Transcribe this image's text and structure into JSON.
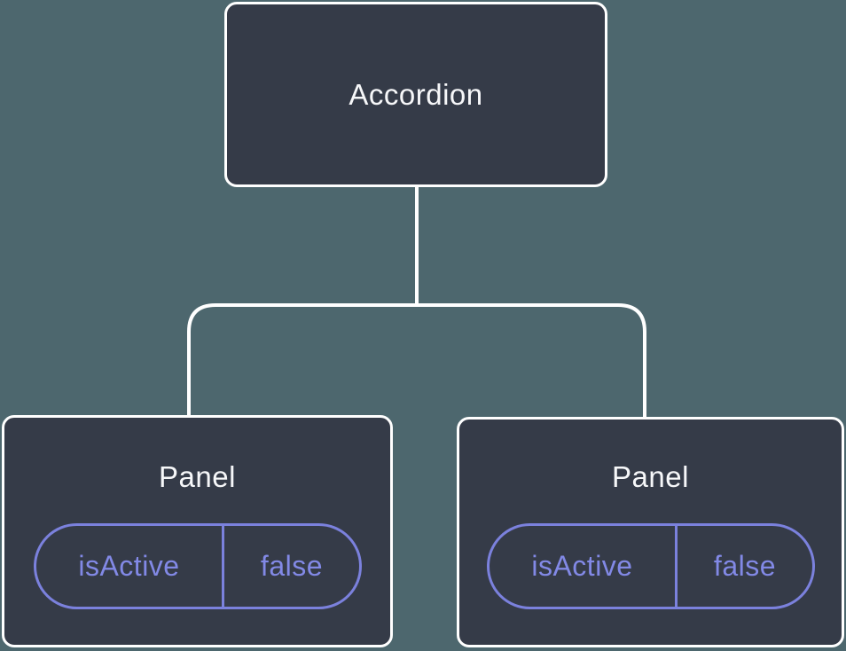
{
  "diagram": {
    "description": "Component tree diagram: an Accordion parent node connected to two Panel child nodes, each holding a state pill",
    "root": {
      "label": "Accordion"
    },
    "children": [
      {
        "label": "Panel",
        "state": {
          "key": "isActive",
          "value": "false"
        }
      },
      {
        "label": "Panel",
        "state": {
          "key": "isActive",
          "value": "false"
        }
      }
    ]
  },
  "colors": {
    "background": "#4D676E",
    "node_fill": "#353B48",
    "node_border": "#FFFFFF",
    "connector": "#FFFFFF",
    "title_text": "#F6F7F9",
    "state_accent": "#8289E6",
    "state_border": "#7B81DD"
  }
}
